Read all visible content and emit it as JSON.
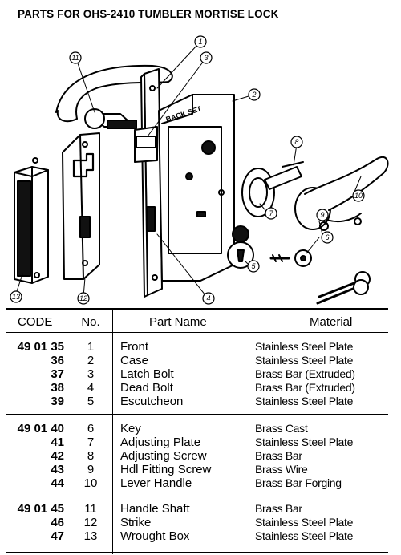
{
  "title": "PARTS FOR OHS-2410 TUMBLER MORTISE LOCK",
  "drawing": {
    "backset_label": "BACK SET",
    "callouts": [
      "1",
      "2",
      "3",
      "4",
      "5",
      "6",
      "7",
      "8",
      "9",
      "10",
      "11",
      "12",
      "13"
    ]
  },
  "table": {
    "headers": {
      "code": "CODE",
      "no": "No.",
      "part": "Part Name",
      "material": "Material"
    },
    "groups": [
      {
        "rows": [
          {
            "code": "49 01 35",
            "no": "1",
            "part": "Front",
            "material": "Stainless Steel Plate"
          },
          {
            "code": "36",
            "no": "2",
            "part": "Case",
            "material": "Stainless Steel Plate"
          },
          {
            "code": "37",
            "no": "3",
            "part": "Latch Bolt",
            "material": "Brass Bar (Extruded)"
          },
          {
            "code": "38",
            "no": "4",
            "part": "Dead Bolt",
            "material": "Brass Bar (Extruded)"
          },
          {
            "code": "39",
            "no": "5",
            "part": "Escutcheon",
            "material": "Stainless Steel Plate"
          }
        ]
      },
      {
        "rows": [
          {
            "code": "49 01 40",
            "no": "6",
            "part": "Key",
            "material": "Brass Cast"
          },
          {
            "code": "41",
            "no": "7",
            "part": "Adjusting Plate",
            "material": "Stainless Steel Plate"
          },
          {
            "code": "42",
            "no": "8",
            "part": "Adjusting Screw",
            "material": "Brass Bar"
          },
          {
            "code": "43",
            "no": "9",
            "part": "Hdl Fitting Screw",
            "material": "Brass Wire"
          },
          {
            "code": "44",
            "no": "10",
            "part": "Lever Handle",
            "material": "Brass Bar Forging"
          }
        ]
      },
      {
        "rows": [
          {
            "code": "49 01 45",
            "no": "11",
            "part": "Handle Shaft",
            "material": "Brass Bar"
          },
          {
            "code": "46",
            "no": "12",
            "part": "Strike",
            "material": "Stainless Steel Plate"
          },
          {
            "code": "47",
            "no": "13",
            "part": "Wrought Box",
            "material": "Stainless Steel Plate"
          }
        ]
      }
    ]
  }
}
